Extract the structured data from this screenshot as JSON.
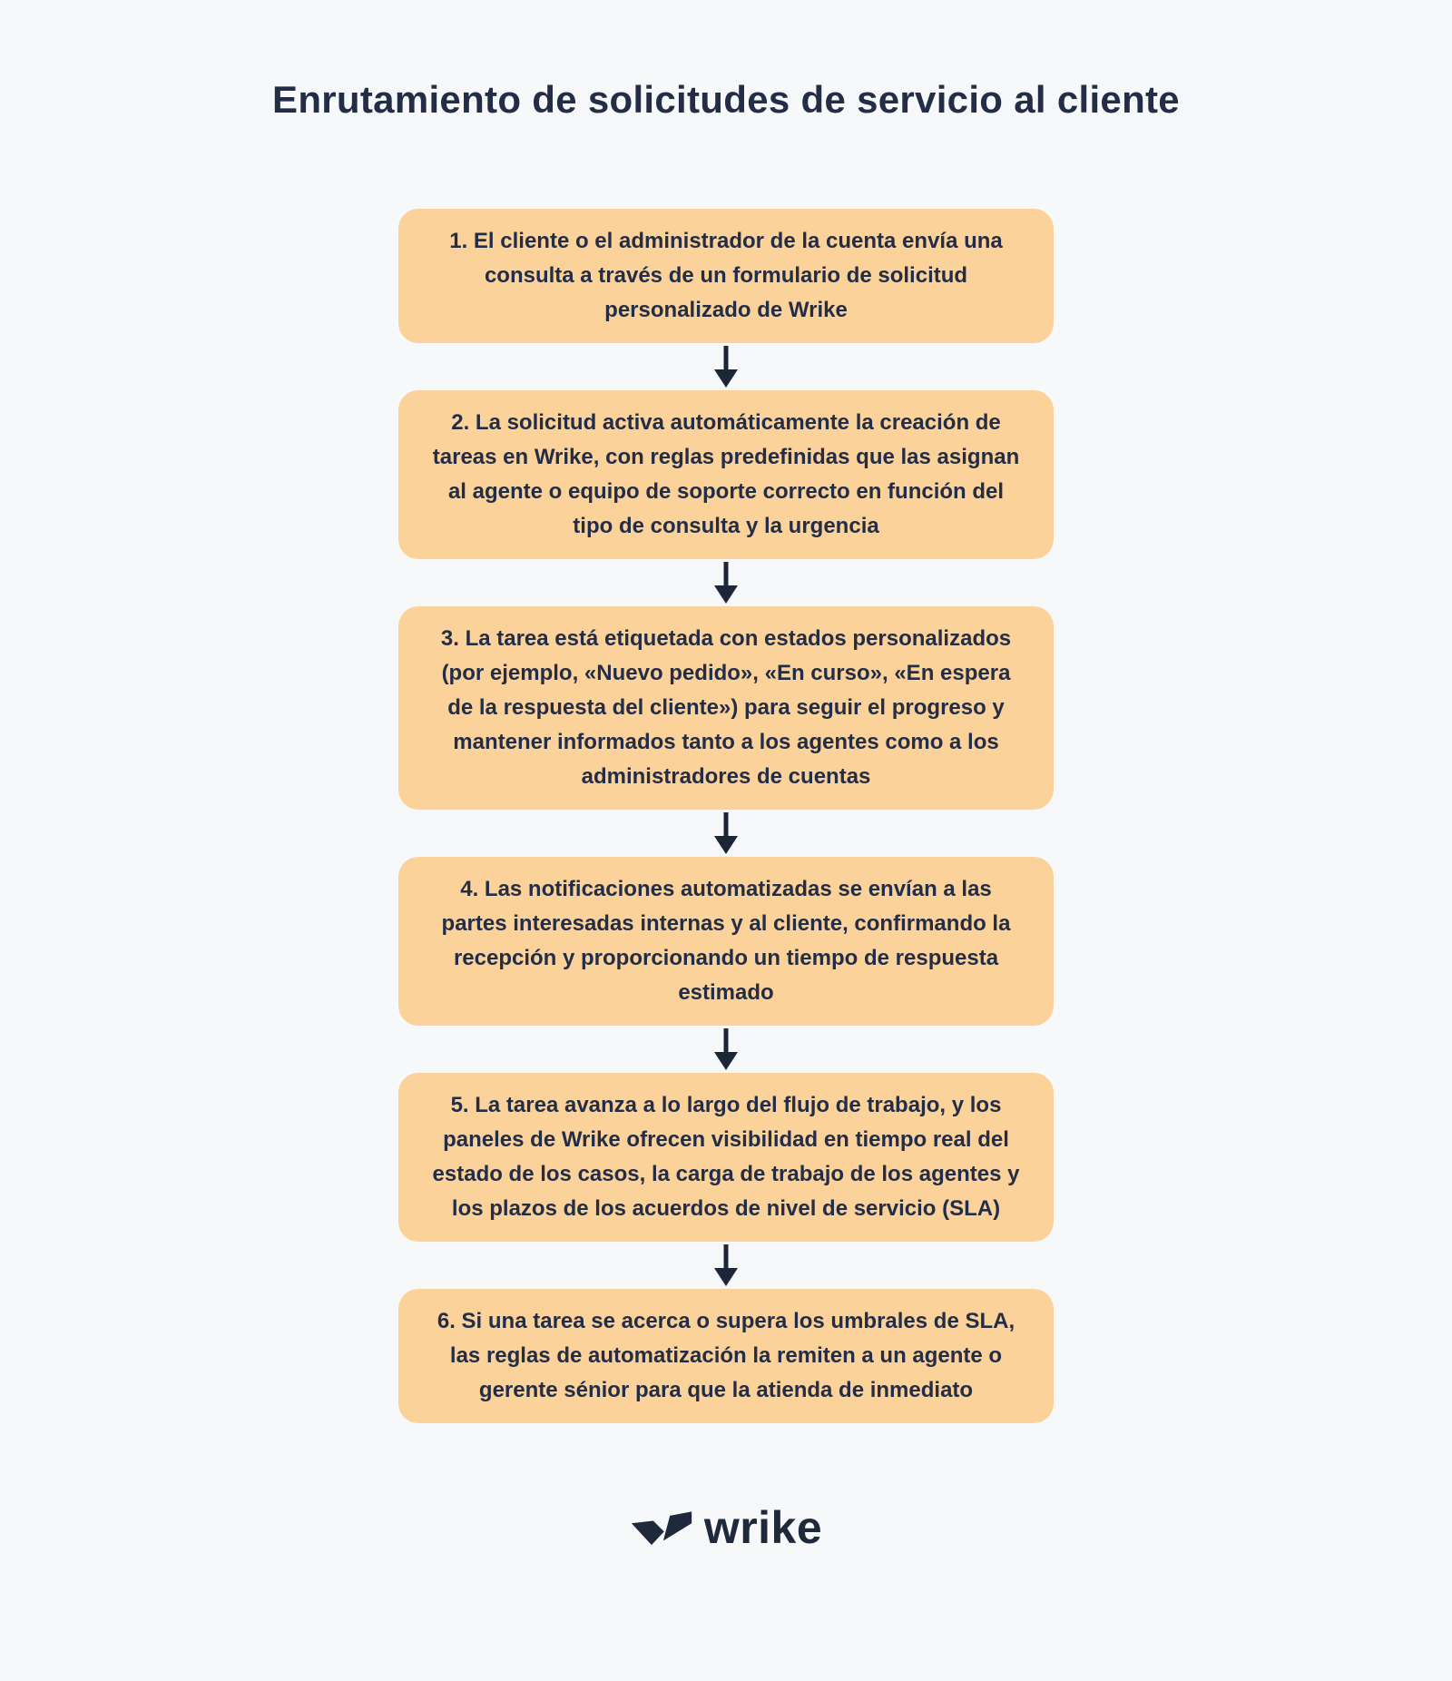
{
  "title": "Enrutamiento de solicitudes de servicio al cliente",
  "flow": {
    "steps": [
      {
        "text": "1. El cliente o el administrador de la cuenta envía una consulta a través de un formulario de solicitud personalizado de Wrike"
      },
      {
        "text": "2. La solicitud activa automáticamente la creación de tareas en Wrike, con reglas predefinidas que las asignan al agente o equipo de soporte correcto en función del tipo de consulta y la urgencia"
      },
      {
        "text": "3. La tarea está etiquetada con estados personalizados (por ejemplo, «Nuevo pedido», «En curso», «En espera de la respuesta del cliente») para seguir el progreso y mantener informados tanto a los agentes como a los administradores de cuentas"
      },
      {
        "text": "4. Las notificaciones automatizadas se envían a las partes interesadas internas y al cliente, confirmando la recepción y proporcionando un tiempo de respuesta estimado"
      },
      {
        "text": "5. La tarea avanza a lo largo del flujo de trabajo, y los paneles de Wrike ofrecen visibilidad en tiempo real del estado de los casos, la carga de trabajo de los agentes y los plazos de los acuerdos de nivel de servicio (SLA)"
      },
      {
        "text": "6. Si una tarea se acerca o supera los umbrales de SLA, las reglas de automatización la remiten a un agente o gerente sénior para que la atienda de inmediato"
      }
    ]
  },
  "brand": {
    "wordmark": "wrike"
  },
  "icons": {
    "connector": "down-arrow-icon",
    "logo": "wrike-double-check-icon"
  },
  "colors": {
    "background": "#F7F8FA",
    "step_fill": "#FCD29B",
    "text": "#232D46",
    "arrow": "#1C2637",
    "logo": "#1E2A3B"
  }
}
